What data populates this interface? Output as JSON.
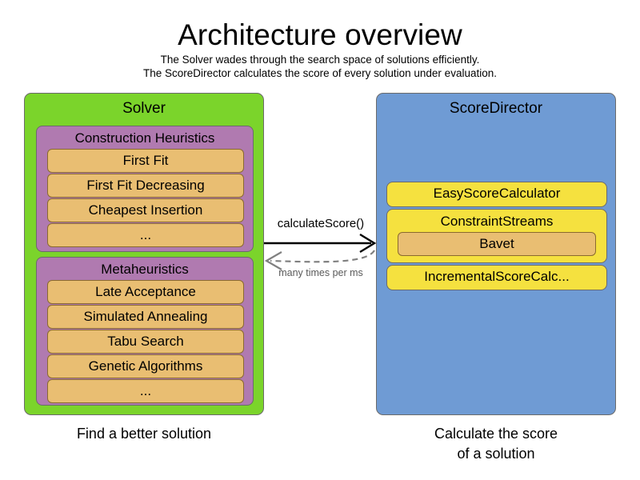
{
  "header": {
    "title": "Architecture overview",
    "subtitle_lines": [
      "The Solver wades through the search space of solutions efficiently.",
      "The ScoreDirector calculates the score of every solution under evaluation."
    ]
  },
  "colors": {
    "solver_panel": "#7BD42B",
    "scoredirector_panel": "#6F9BD4",
    "group_purple": "#B07AB0",
    "group_yellow": "#F5E13F",
    "item_orange": "#E9BE72",
    "border": "#6b6b6b",
    "return_label_text": "#5a5a5a"
  },
  "solver": {
    "title": "Solver",
    "caption": "Find a better solution",
    "groups": [
      {
        "title": "Construction Heuristics",
        "items": [
          "First Fit",
          "First Fit Decreasing",
          "Cheapest Insertion",
          "..."
        ]
      },
      {
        "title": "Metaheuristics",
        "items": [
          "Late Acceptance",
          "Simulated Annealing",
          "Tabu Search",
          "Genetic Algorithms",
          "..."
        ]
      }
    ]
  },
  "score_director": {
    "title": "ScoreDirector",
    "caption_lines": [
      "Calculate the score",
      "of a solution"
    ],
    "groups": [
      {
        "title": "EasyScoreCalculator",
        "items": []
      },
      {
        "title": "ConstraintStreams",
        "items": [
          "Bavet"
        ]
      },
      {
        "title": "IncrementalScoreCalc...",
        "items": []
      }
    ]
  },
  "connector": {
    "call_label": "calculateScore()",
    "return_label": "many times per ms"
  }
}
